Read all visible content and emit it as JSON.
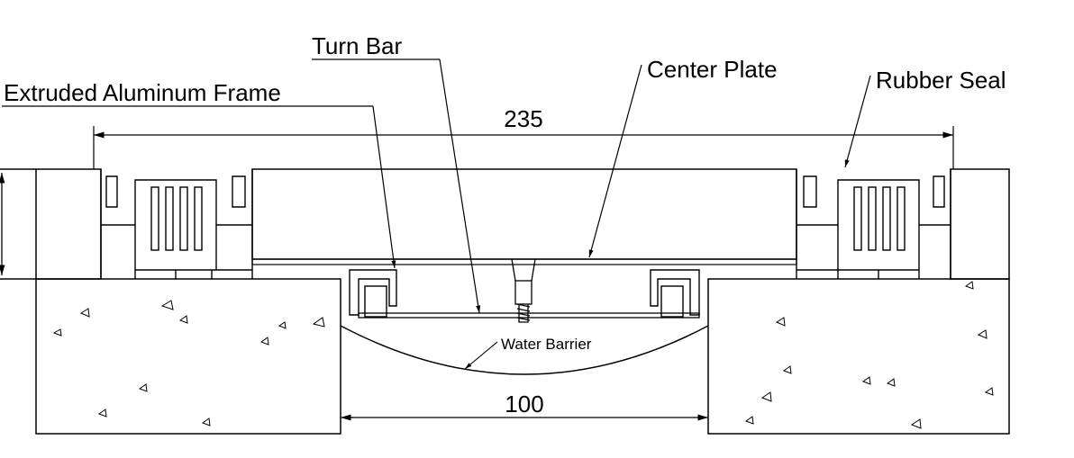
{
  "labels": {
    "turn_bar": "Turn Bar",
    "center_plate": "Center Plate",
    "rubber_seal": "Rubber Seal",
    "extruded_frame": "Extruded Aluminum Frame",
    "water_barrier": "Water Barrier"
  },
  "dimensions": {
    "overall_width": "235",
    "gap_width": "100"
  }
}
